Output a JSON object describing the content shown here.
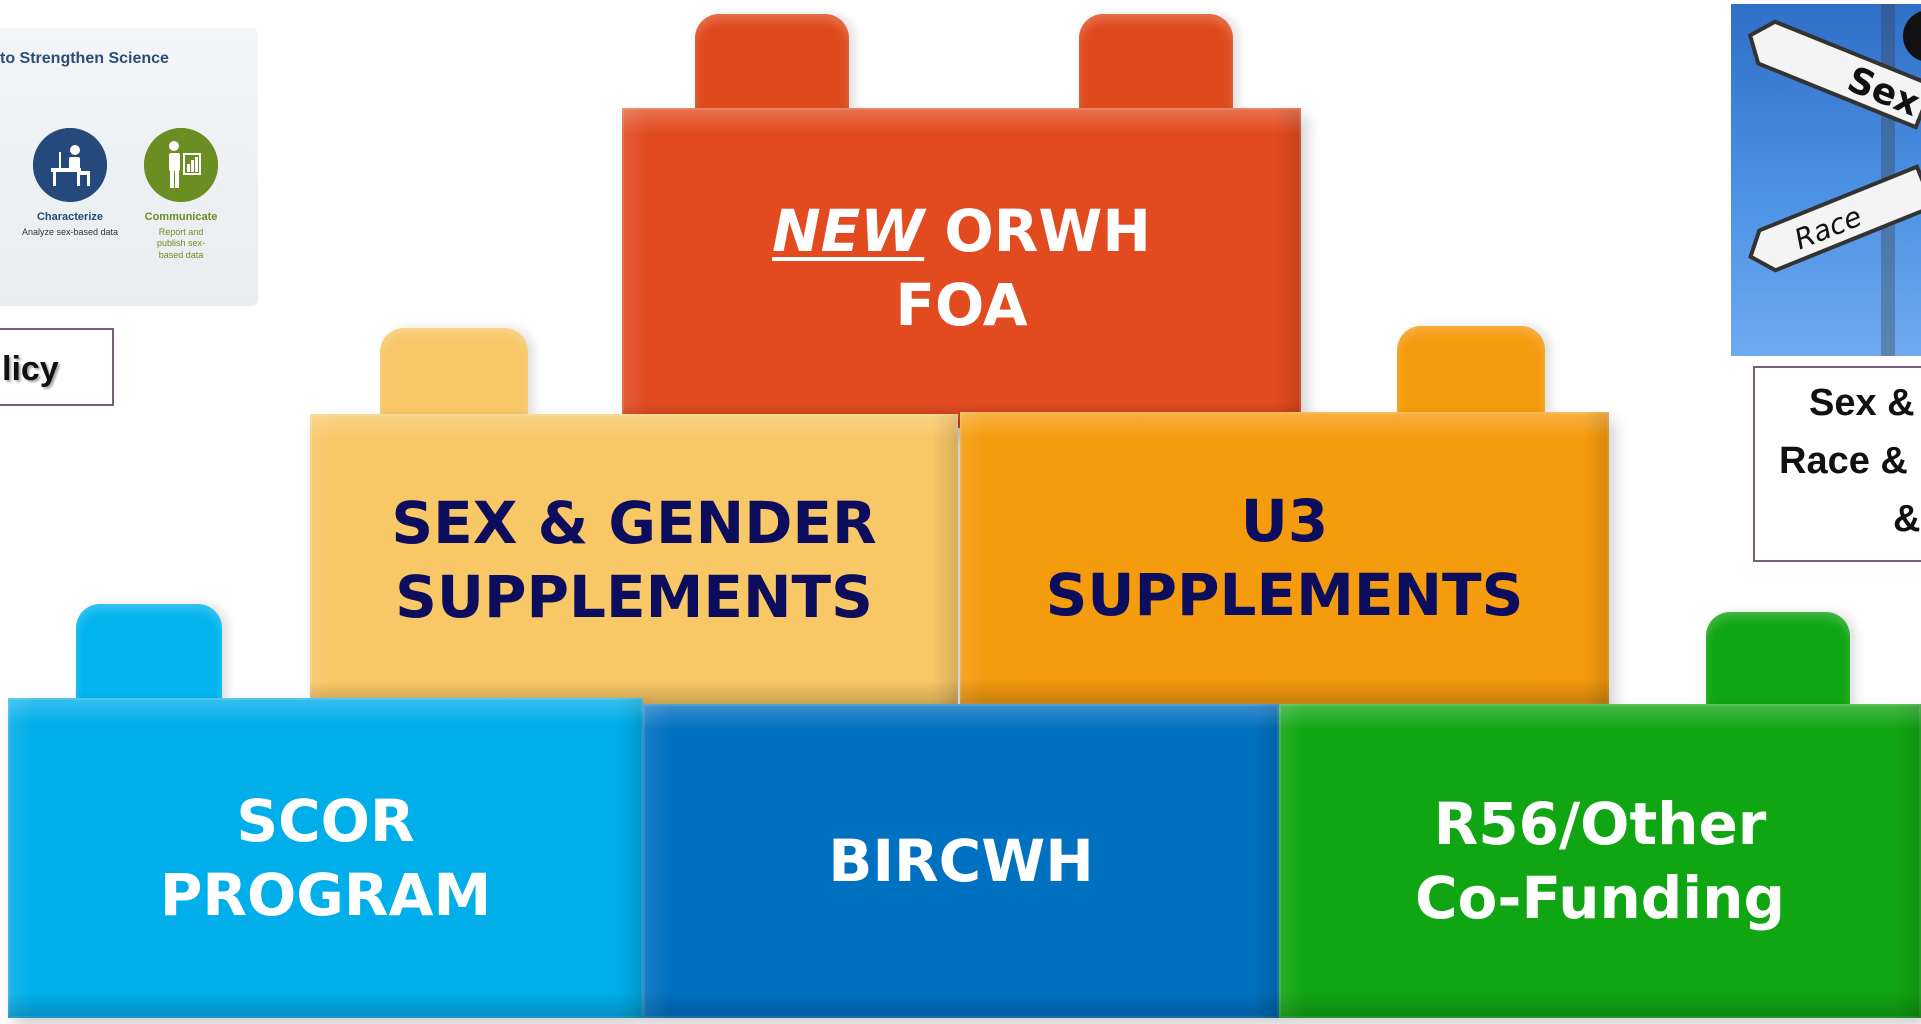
{
  "left_fragment": {
    "panel_title": "to Strengthen Science",
    "steps": [
      {
        "label": "Characterize",
        "description": "Analyze sex-based data",
        "color": "#24497a",
        "icon": "person-at-desk-icon"
      },
      {
        "label": "Communicate",
        "description": "Report and publish sex-based data",
        "color": "#6b8e23",
        "icon": "person-with-chart-icon"
      }
    ],
    "policy_box_text": "licy"
  },
  "right_fragment": {
    "sign_texts": [
      "Sex",
      "Race"
    ],
    "box_lines": [
      "Sex &",
      "Race &",
      "&"
    ]
  },
  "bricks": {
    "new_foa": {
      "emphasis": "NEW",
      "line1_rest": " ORWH",
      "line2": "FOA",
      "color": "#e14b1f",
      "text_color": "#ffffff"
    },
    "sex_gender": {
      "line1": "SEX & GENDER",
      "line2": "SUPPLEMENTS",
      "color": "#f8c766",
      "text_color": "#0d0d5e"
    },
    "u3": {
      "line1": "U3",
      "line2": "SUPPLEMENTS",
      "color": "#f59b0e",
      "text_color": "#0d0d5e"
    },
    "scor": {
      "line1": "SCOR",
      "line2": "PROGRAM",
      "color": "#00aeea",
      "text_color": "#ffffff"
    },
    "bircwh": {
      "line1": "BIRCWH",
      "color": "#0070c0",
      "text_color": "#ffffff"
    },
    "r56": {
      "line1": "R56/Other",
      "line2": "Co-Funding",
      "color": "#10a512",
      "text_color": "#ffffff"
    }
  }
}
